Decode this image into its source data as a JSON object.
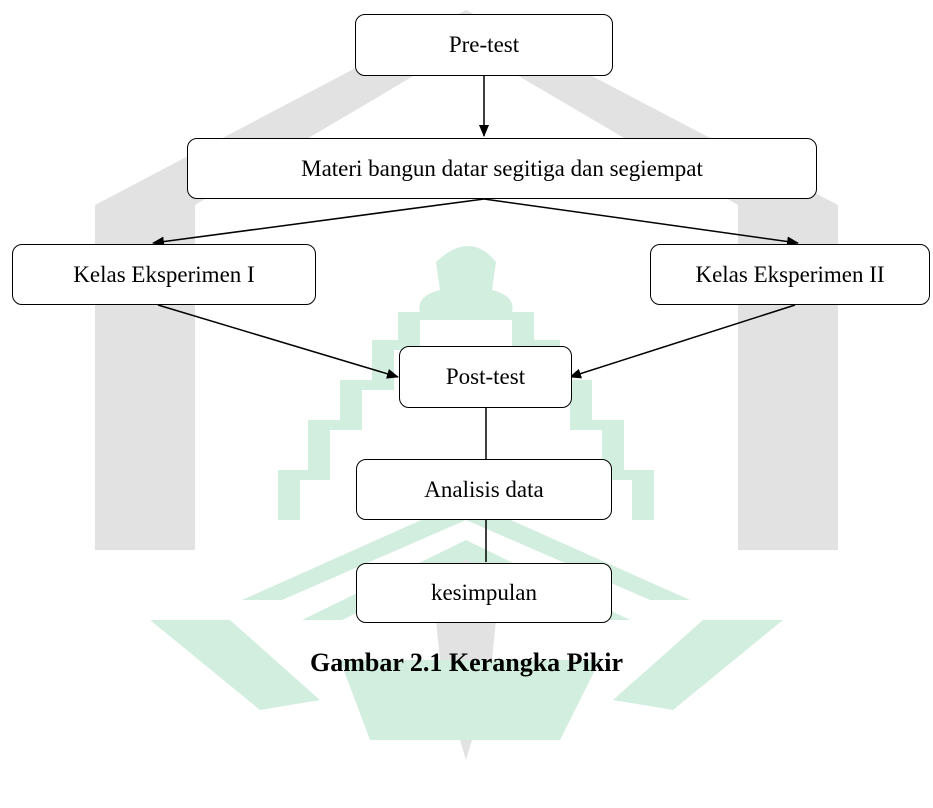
{
  "diagram": {
    "nodes": {
      "pretest": "Pre-test",
      "materi": "Materi bangun datar segitiga dan segiempat",
      "eksperimen1": "Kelas Eksperimen I",
      "eksperimen2": "Kelas Eksperimen II",
      "posttest": "Post-test",
      "analisis": "Analisis data",
      "kesimpulan": "kesimpulan"
    },
    "caption": "Gambar 2.1 Kerangka Pikir"
  },
  "colors": {
    "watermark_gray": "#e2e2e2",
    "watermark_green": "#d2eedf",
    "line": "#000000"
  }
}
